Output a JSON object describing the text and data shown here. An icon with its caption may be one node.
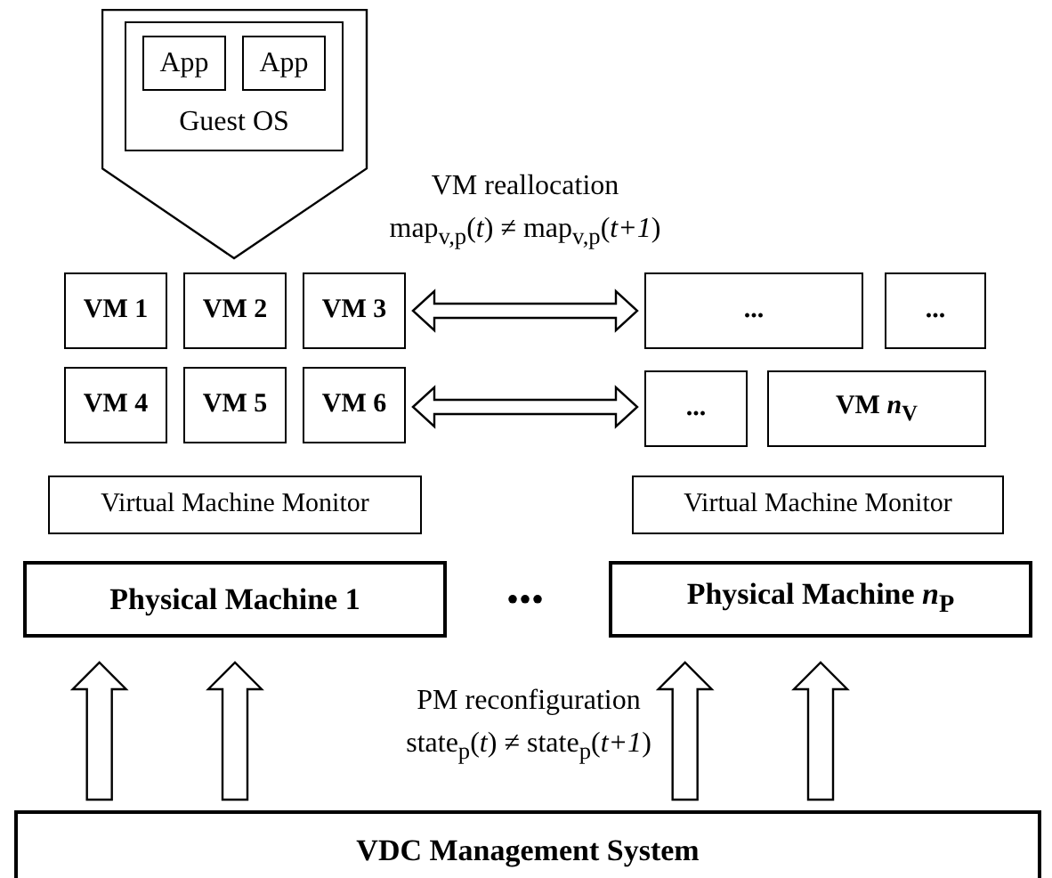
{
  "diagram": {
    "nodes": [
      {
        "text": [],
        "shape": "pentagon"
      },
      {
        "text": [
          "Guest OS"
        ],
        "in": 0
      },
      {
        "text": [
          "App"
        ],
        "in": 1
      },
      {
        "text": [
          "App"
        ],
        "in": 1
      },
      {
        "text": [
          "VM 1"
        ]
      },
      {
        "text": [
          "VM 2"
        ]
      },
      {
        "text": [
          "VM 3"
        ]
      },
      {
        "text": [
          "..."
        ]
      },
      {
        "text": [
          "..."
        ]
      },
      {
        "text": [
          "VM 4"
        ]
      },
      {
        "text": [
          "VM 5"
        ]
      },
      {
        "text": [
          "VM 6"
        ]
      },
      {
        "text": [
          "..."
        ]
      },
      {
        "text": [
          "VM *n*$_{V}$"
        ]
      },
      {
        "text": [
          "Virtual Machine Monitor"
        ]
      },
      {
        "text": [
          "Virtual Machine Monitor"
        ]
      },
      {
        "text": [
          "Physical Machine 1"
        ]
      },
      {
        "text": [
          "Physical Machine *n*$_{P}$"
        ]
      },
      {
        "text": [
          "VDC Management System"
        ]
      }
    ],
    "edges": [
      {
        "from": 6,
        "to": 7,
        "arrow": "both"
      },
      {
        "from": 11,
        "to": 12,
        "arrow": "both"
      },
      {
        "from": 18,
        "to": 16,
        "arrow": "to"
      },
      {
        "from": 18,
        "to": 16,
        "arrow": "to"
      },
      {
        "from": 18,
        "to": 17,
        "arrow": "to"
      },
      {
        "from": 18,
        "to": 17,
        "arrow": "to"
      }
    ],
    "labels": [
      "VM reallocation",
      "map$_{v,p}$(*t*) ≠ map$_{v,p}$(*t+1*)",
      "•••",
      "PM reconfiguration",
      "state$_{p}$(*t*) ≠ state$_{p}$(*t+1*)"
    ]
  }
}
